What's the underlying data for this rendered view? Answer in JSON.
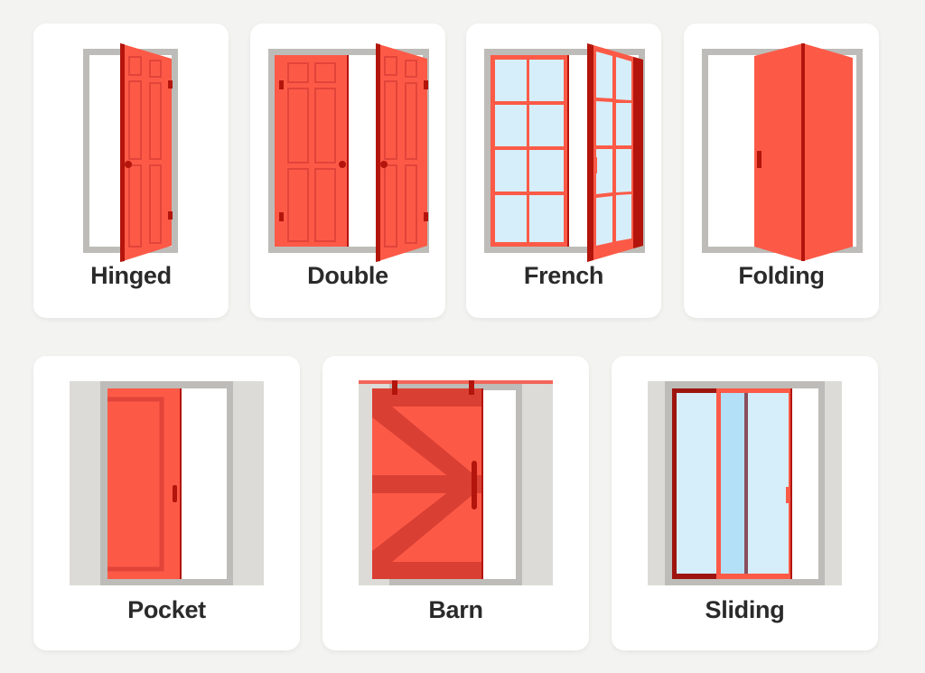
{
  "colors": {
    "background": "#f3f3f1",
    "card": "#ffffff",
    "door_red": "#fc5a47",
    "door_dark": "#b3150c",
    "panel_line": "#e2443a",
    "frame_gray": "#bdbcb8",
    "wall_gray": "#dcdbd7",
    "glass": "#d6eef9",
    "glass_dark": "#b4e0f7",
    "label_text": "#2a2a2a"
  },
  "door_types": [
    {
      "id": "hinged",
      "label": "Hinged"
    },
    {
      "id": "double",
      "label": "Double"
    },
    {
      "id": "french",
      "label": "French"
    },
    {
      "id": "folding",
      "label": "Folding"
    },
    {
      "id": "pocket",
      "label": "Pocket"
    },
    {
      "id": "barn",
      "label": "Barn"
    },
    {
      "id": "sliding",
      "label": "Sliding"
    }
  ]
}
